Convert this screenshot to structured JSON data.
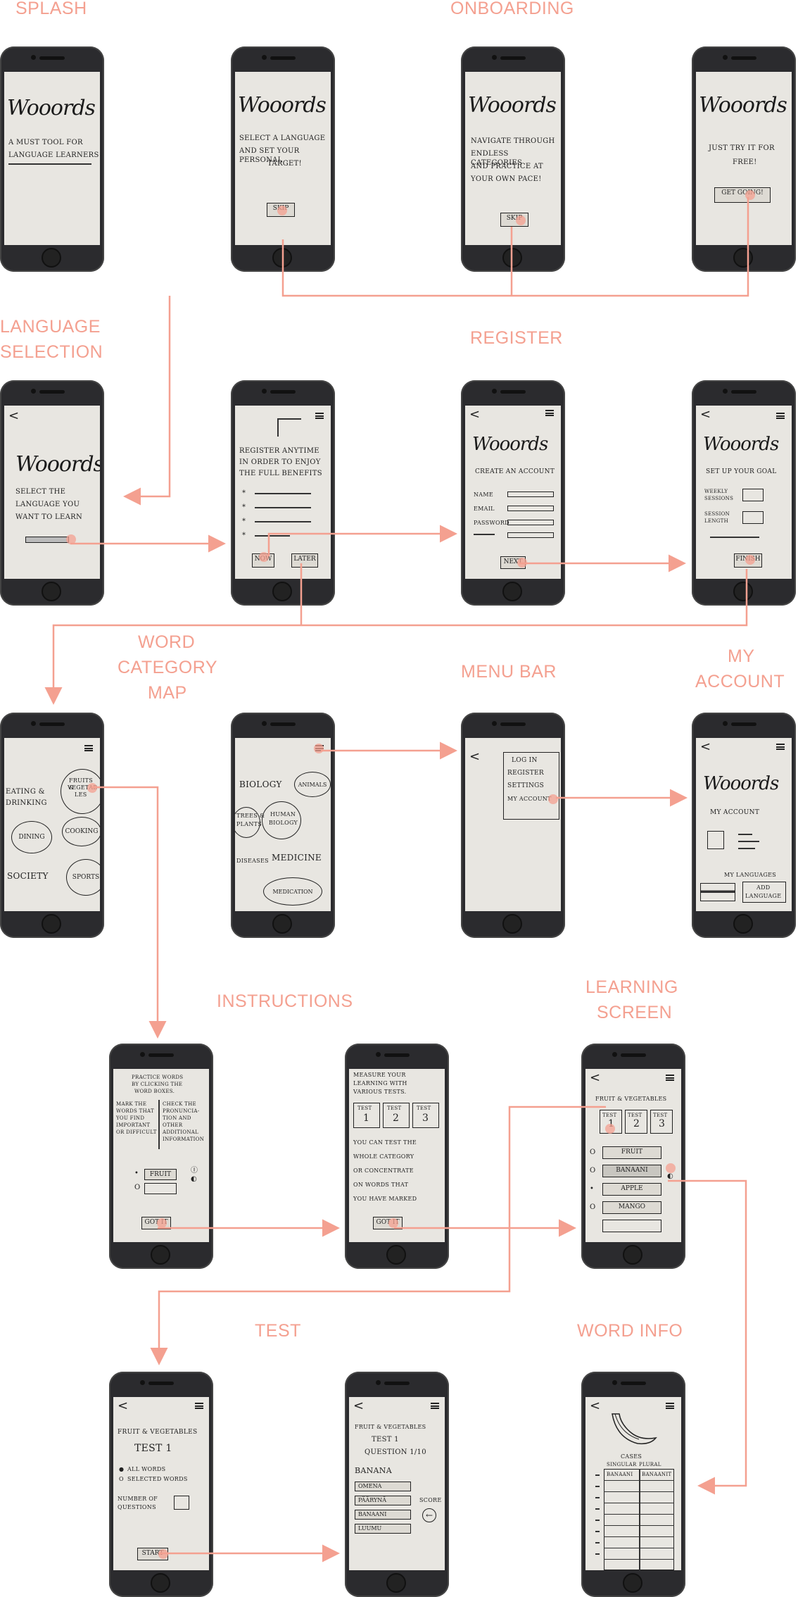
{
  "labels": {
    "splash": "SPLASH",
    "onboarding": "ONBOARDING",
    "language_selection_1": "LANGUAGE",
    "language_selection_2": "SELECTION",
    "register": "REGISTER",
    "word_category_1": "WORD",
    "word_category_2": "CATEGORY",
    "word_category_3": "MAP",
    "menu_bar": "MENU BAR",
    "my_account_1": "MY",
    "my_account_2": "ACCOUNT",
    "instructions": "INSTRUCTIONS",
    "learning_1": "LEARNING",
    "learning_2": "SCREEN",
    "test": "TEST",
    "word_info": "WORD INFO"
  },
  "colors": {
    "accent": "#f4a090",
    "phone": "#2b2b2e",
    "paper": "#e8e6e1"
  },
  "screens": {
    "splash": {
      "logo": "Wooords",
      "tagline_1": "A must tool for",
      "tagline_2": "language learners"
    },
    "onboard1": {
      "logo": "Wooords",
      "text_1": "Select a language",
      "text_2": "and set your personal",
      "text_3": "target!",
      "button": "Skip"
    },
    "onboard2": {
      "logo": "Wooords",
      "text_1": "Navigate through",
      "text_2": "endless categories",
      "text_3": "and practice at",
      "text_4": "your own pace!",
      "button": "Skip"
    },
    "onboard3": {
      "logo": "Wooords",
      "text_1": "Just try it for",
      "text_2": "free!",
      "button": "Get going!"
    },
    "language": {
      "logo": "Wooords",
      "text_1": "Select the",
      "text_2": "language you",
      "text_3": "want to learn"
    },
    "register_prompt": {
      "text_1": "Register anytime",
      "text_2": "in order to enjoy",
      "text_3": "the full benefits",
      "now": "Now",
      "later": "Later"
    },
    "create_account": {
      "logo": "Wooords",
      "title": "Create an account",
      "name": "Name",
      "email": "Email",
      "password": "Password",
      "button": "Next"
    },
    "goal": {
      "logo": "Wooords",
      "title": "Set up your goal",
      "weekly_1": "Weekly",
      "weekly_2": "sessions",
      "session_1": "Session",
      "session_2": "length",
      "button": "Finish"
    },
    "categories": {
      "c1a": "Eating &",
      "c1b": "Drinking",
      "c2a": "Fruits &",
      "c2b": "Vegetab-",
      "c2c": "les",
      "c3": "Dining",
      "c4": "Cooking",
      "c5": "Society",
      "c6": "Sports"
    },
    "categories2": {
      "c1": "Biology",
      "c2": "Animals",
      "c3a": "Trees &",
      "c3b": "Plants",
      "c4a": "Human",
      "c4b": "Biology",
      "c5": "Diseases",
      "c6": "Medicine",
      "c7": "Medication"
    },
    "menu": {
      "item1": "Log in",
      "item2": "Register",
      "item3": "Settings",
      "item4": "My account"
    },
    "account": {
      "logo": "Wooords",
      "title": "My account",
      "languages": "My languages",
      "add_1": "Add",
      "add_2": "Language"
    },
    "instr1": {
      "t1": "Practice words",
      "t2": "by clicking the",
      "t3": "word boxes.",
      "l1": "Mark the",
      "l2": "words that",
      "l3": "you find",
      "l4": "important",
      "l5": "or difficult",
      "r1": "Check the",
      "r2": "pronuncia-",
      "r3": "tion and",
      "r4": "other",
      "r5": "additional",
      "r6": "information",
      "word": "Fruit",
      "button": "Got it"
    },
    "instr2": {
      "t1": "Measure your",
      "t2": "learning with",
      "t3": "various tests.",
      "test": "Test",
      "n1": "1",
      "n2": "2",
      "n3": "3",
      "b1": "You can test the",
      "b2": "whole category",
      "b3": "or concentrate",
      "b4": "on words that",
      "b5": "you have marked",
      "button": "Got it"
    },
    "learning": {
      "title": "Fruit & Vegetables",
      "test": "Test",
      "n1": "1",
      "n2": "2",
      "n3": "3",
      "w1": "Fruit",
      "w2": "Banaani",
      "w3": "Apple",
      "w4": "Mango"
    },
    "test_setup": {
      "title": "Fruit & Vegetables",
      "heading": "Test 1",
      "opt1": "All words",
      "opt2": "Selected words",
      "num_1": "Number of",
      "num_2": "questions",
      "button": "Start"
    },
    "test_q": {
      "title": "Fruit & Vegetables",
      "heading": "Test 1",
      "question": "Question 1/10",
      "word": "Banana",
      "a1": "Omena",
      "a2": "Päärynä",
      "a3": "Banaani",
      "a4": "Luumu",
      "score": "Score"
    },
    "word_info": {
      "cases": "Cases",
      "singular": "Singular",
      "plural": "Plural",
      "s1": "Banaani",
      "p1": "Banaanit"
    }
  }
}
